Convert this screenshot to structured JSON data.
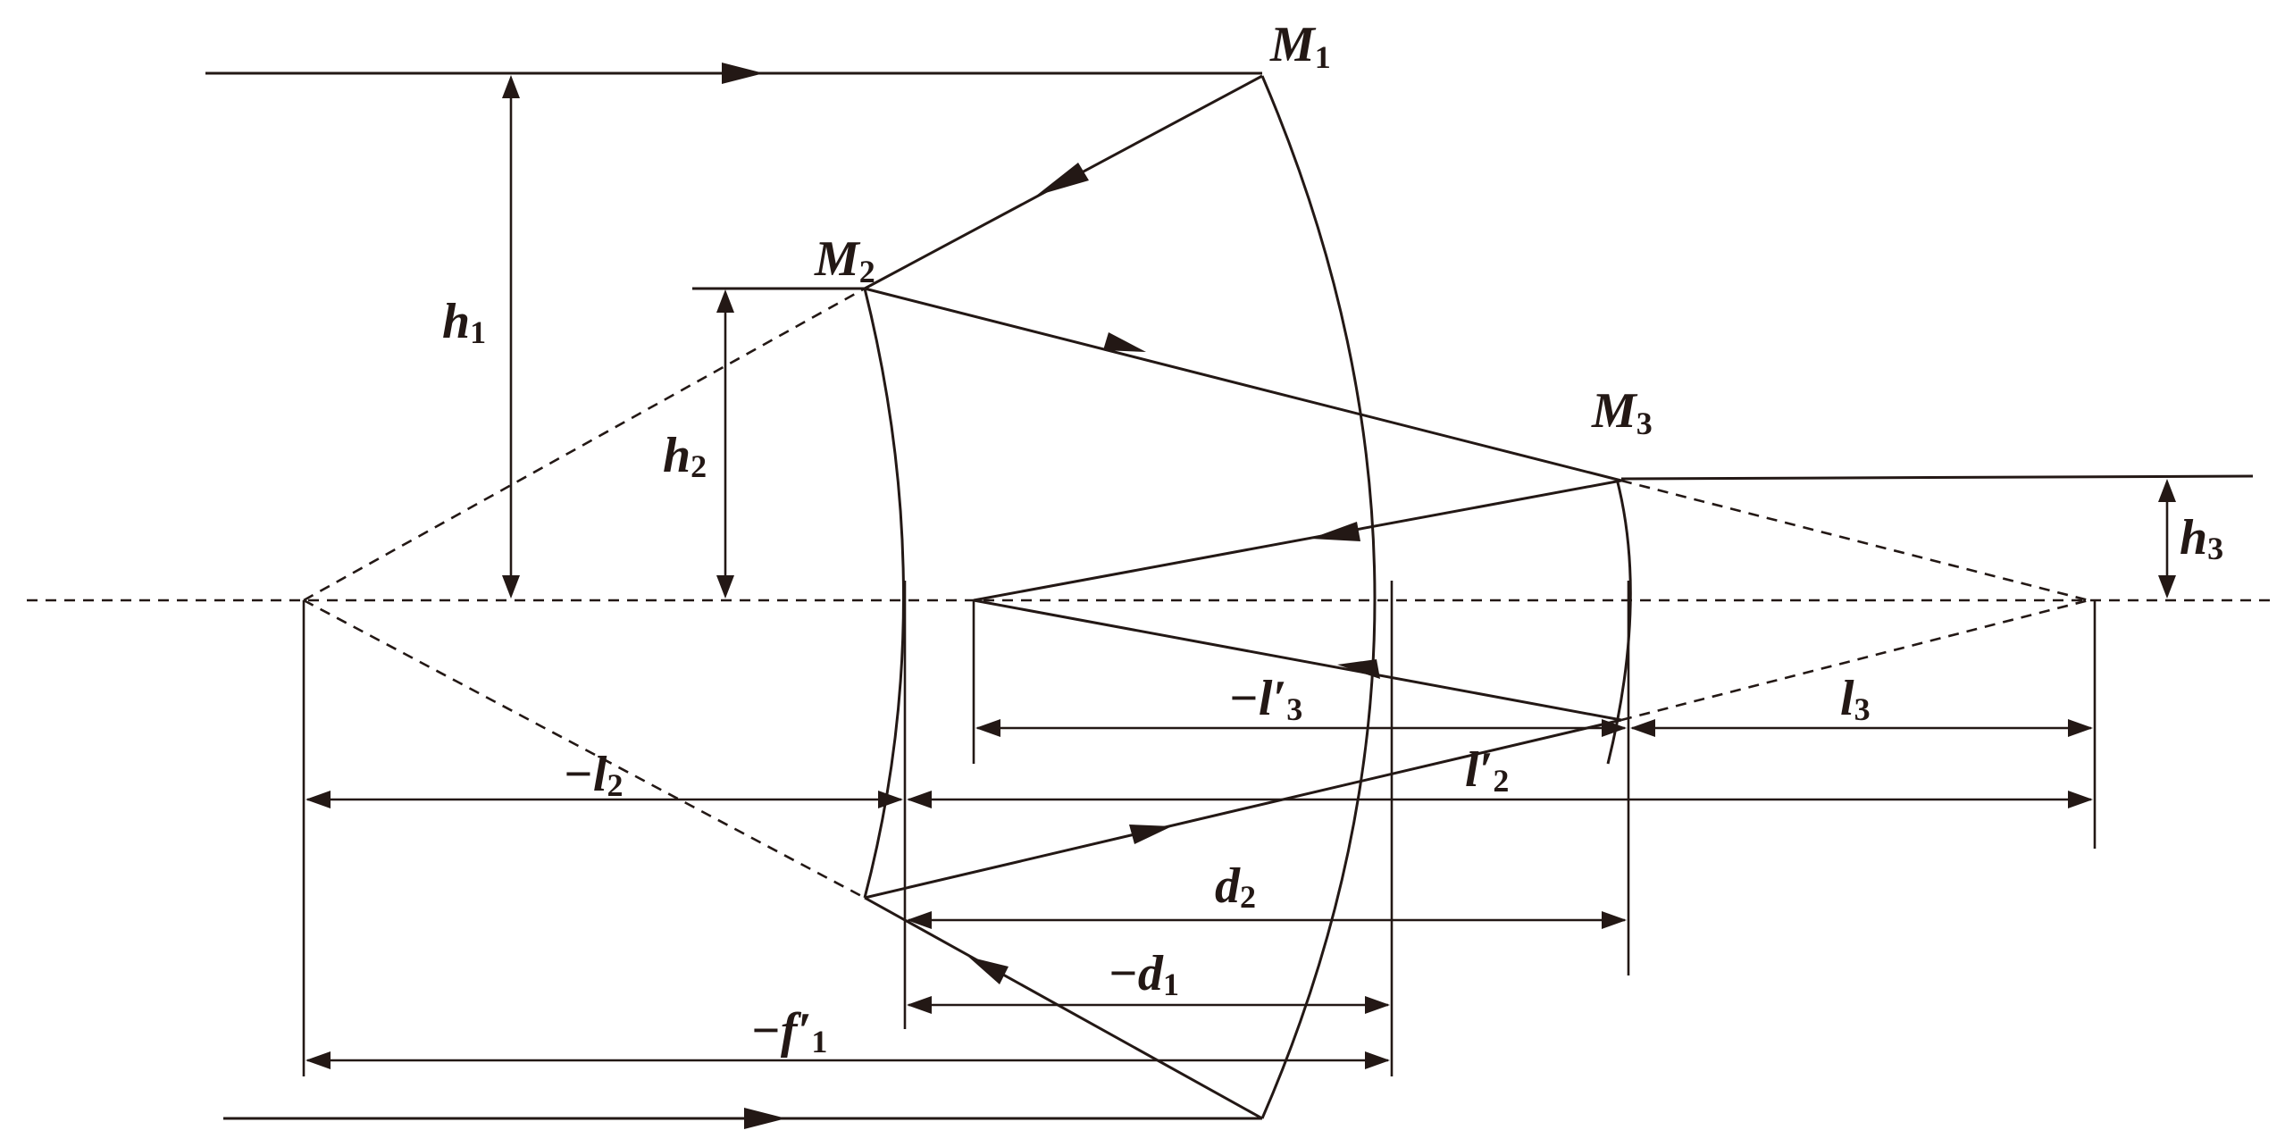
{
  "diagram": {
    "mirror_labels": {
      "m1": "M",
      "m1_sub": "1",
      "m2": "M",
      "m2_sub": "2",
      "m3": "M",
      "m3_sub": "3"
    },
    "heights": {
      "h1": "h",
      "h1_sub": "1",
      "h2": "h",
      "h2_sub": "2",
      "h3": "h",
      "h3_sub": "3"
    },
    "distances": {
      "l3p": "−l′",
      "l3p_sub": "3",
      "l3": "l",
      "l3_sub": "3",
      "l2": "−l",
      "l2_sub": "2",
      "l2p": "l′",
      "l2p_sub": "2",
      "d2": "d",
      "d2_sub": "2",
      "d1": "−d",
      "d1_sub": "1",
      "f1p": "−f′",
      "f1p_sub": "1"
    },
    "colors": {
      "ink": "#231815",
      "background": "#ffffff"
    }
  }
}
